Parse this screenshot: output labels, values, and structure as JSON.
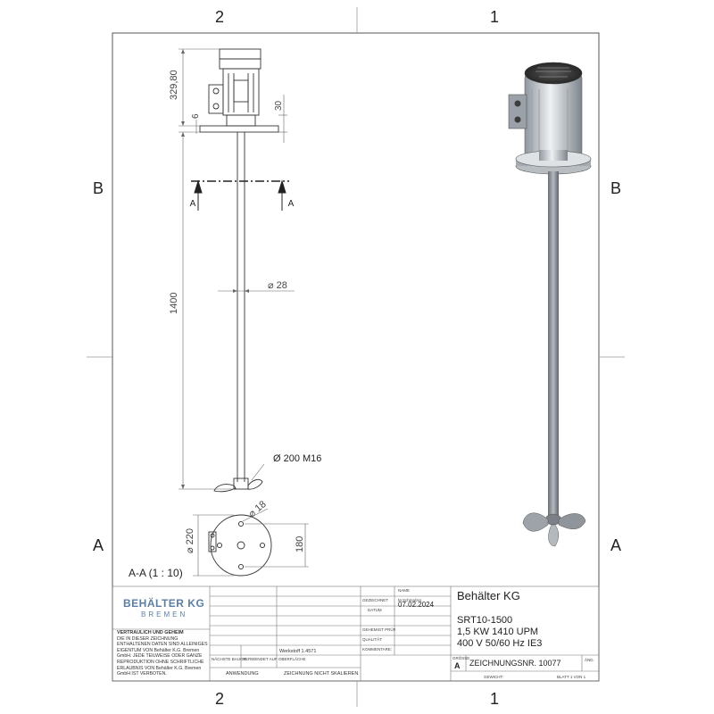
{
  "zones": {
    "top": [
      "2",
      "1"
    ],
    "bottom": [
      "2",
      "1"
    ],
    "left": [
      "B",
      "A"
    ],
    "right": [
      "B",
      "A"
    ]
  },
  "dimensions": {
    "motor_height": "329,80",
    "flange_thickness": "6",
    "flange_offset": "30",
    "shaft_length": "1400",
    "shaft_diameter": "⌀ 28",
    "impeller": "Ø 200 M16",
    "bolt_hole": "⌀ 18",
    "flange_diameter": "⌀ 220",
    "flange_height": "180",
    "section_arrow_label": "A"
  },
  "section_view_label": "A-A (1 : 10)",
  "title_block": {
    "company_line1": "BEHÄLTER KG",
    "company_line2": "BREMEN",
    "legal_heading": "VERTRAULICH UND GEHEIM",
    "legal_text": "DIE IN DIESER ZEICHNUNG ENTHALTENEN DATEN SIND ALLEINIGES EIGENTUM VON Behälter K.G. Bremen GmbH. JEDE TEILWEISE ODER GANZE REPRODUKTION OHNE SCHRIFTLICHE ERLAUBNIS VON Behälter K.G. Bremen GmbH IST VERBOTEN.",
    "name_header": "NAME",
    "drawn_label": "GEZEICHNET",
    "drawn_value": "M.Schmalzer",
    "date_label": "DATUM",
    "date_value": "07.02.2024",
    "checked_label": "GEHEMIGT PRÜF.",
    "quality_label": "QUALITÄT",
    "comments_label": "KOMMENTARE:",
    "material_label": "Werkstoff 1.4571",
    "finish_label": "OBERFLÄCHE",
    "next_assy_label": "NÄCHSTE BAUGR.",
    "used_on_label": "VERWENDET AUF",
    "application_label": "ANWENDUNG",
    "no_scale_label": "ZEICHNUNG NICHT SKALIEREN",
    "company_title": "Behälter KG",
    "model": "SRT10-1500",
    "spec_line1": "1,5 KW 1410 UPM",
    "spec_line2": "400 V 50/60 Hz IE3",
    "size_label": "GRÖSSE",
    "size_value": "A",
    "drawing_number": "ZEICHNUNGSNR. 10077",
    "revision_label": "ÄND.",
    "weight_label": "GEWICHT:",
    "sheet_label": "BLATT 1 VON 1"
  }
}
